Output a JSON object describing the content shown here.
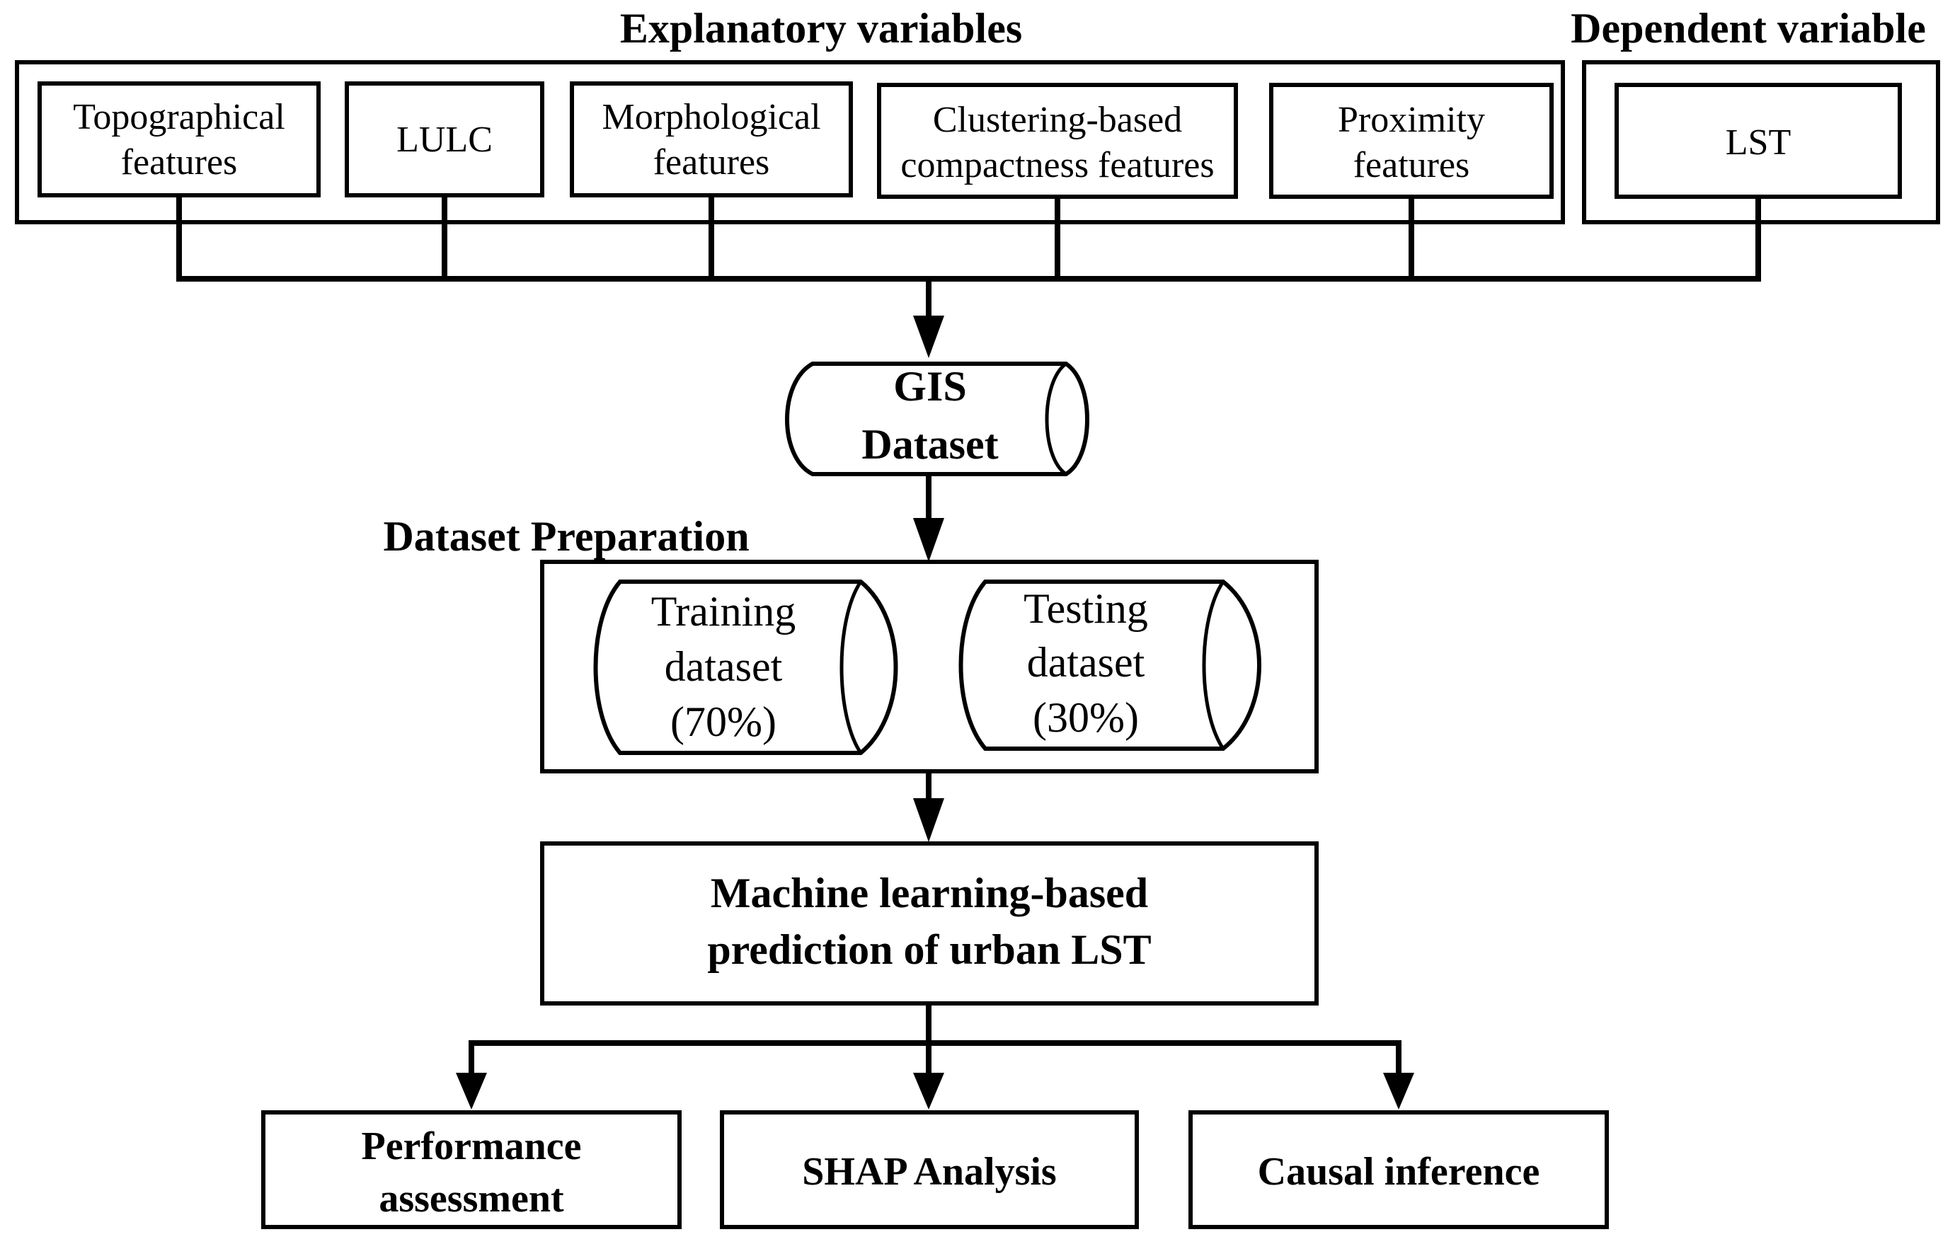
{
  "headers": {
    "explanatory": "Explanatory variables",
    "dependent": "Dependent variable",
    "preparation": "Dataset Preparation"
  },
  "explanatory_boxes": [
    {
      "line1": "Topographical",
      "line2": "features"
    },
    {
      "line1": "LULC"
    },
    {
      "line1": "Morphological",
      "line2": "features"
    },
    {
      "line1": "Clustering-based",
      "line2": "compactness features"
    },
    {
      "line1": "Proximity",
      "line2": "features"
    }
  ],
  "dependent_box": {
    "line1": "LST"
  },
  "gis_dataset": {
    "line1": "GIS",
    "line2": "Dataset"
  },
  "training": {
    "line1": "Training",
    "line2": "dataset",
    "line3": "(70%)"
  },
  "testing": {
    "line1": "Testing",
    "line2": "dataset",
    "line3": "(30%)"
  },
  "ml_box": {
    "line1": "Machine learning-based",
    "line2": "prediction of urban LST"
  },
  "outputs": [
    {
      "line1": "Performance",
      "line2": "assessment"
    },
    {
      "line1": "SHAP Analysis"
    },
    {
      "line1": "Causal inference"
    }
  ]
}
